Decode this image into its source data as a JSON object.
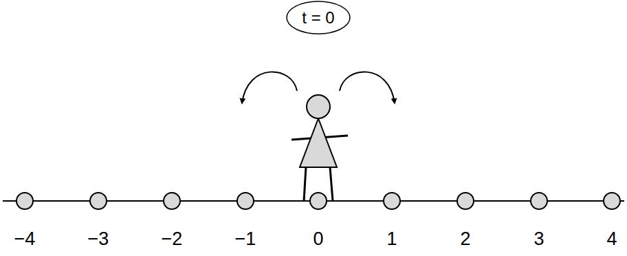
{
  "diagram": {
    "nodes": [
      {
        "text": [
          "t = 0"
        ]
      }
    ],
    "labels": [
      "−4",
      "−3",
      "−2",
      "−1",
      "0",
      "1",
      "2",
      "3",
      "4"
    ]
  }
}
